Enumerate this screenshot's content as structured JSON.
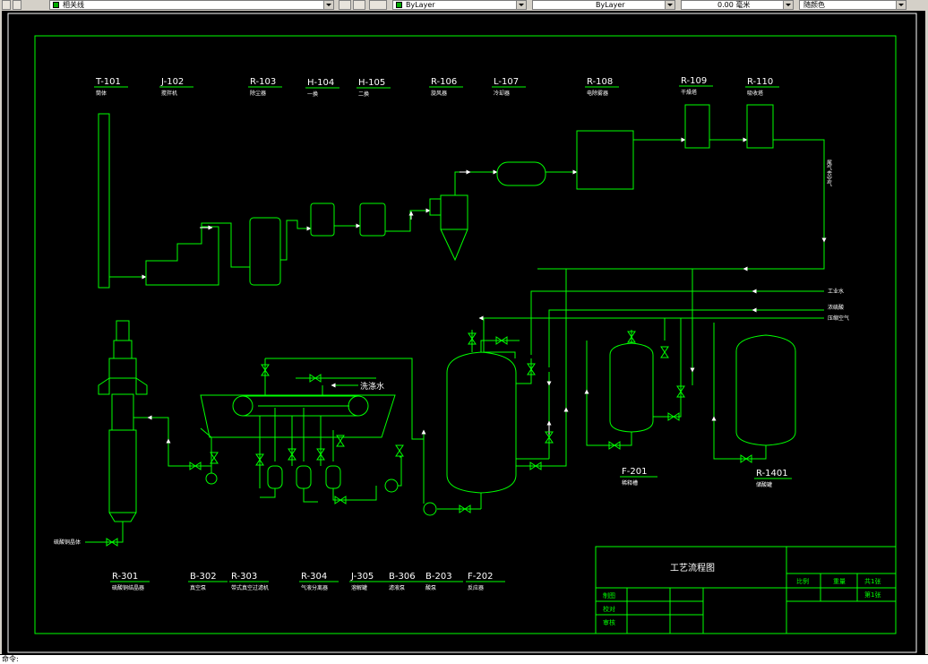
{
  "toolbar": {
    "layer_combo": "相关线",
    "color_combo": "ByLayer",
    "linetype_combo": "ByLayer",
    "lineweight_combo": "0.00 毫米",
    "plotstyle_combo": "随颜色"
  },
  "colors": {
    "canvas": "#000000",
    "line": "#00ff00",
    "text": "#ffffff",
    "arrow": "#ffffff"
  },
  "equipment_top": [
    {
      "tag": "T-101",
      "name": "筒体"
    },
    {
      "tag": "J-102",
      "name": "搅拌机"
    },
    {
      "tag": "R-103",
      "name": "除尘器"
    },
    {
      "tag": "H-104",
      "name": "一换"
    },
    {
      "tag": "H-105",
      "name": "二换"
    },
    {
      "tag": "R-106",
      "name": "旋风器"
    },
    {
      "tag": "L-107",
      "name": "冷却器"
    },
    {
      "tag": "R-108",
      "name": "电除雾器"
    },
    {
      "tag": "R-109",
      "name": "干燥塔"
    },
    {
      "tag": "R-110",
      "name": "吸收塔"
    }
  ],
  "equipment_bottom": [
    {
      "tag": "R-301",
      "name": "硫酸铜结晶器"
    },
    {
      "tag": "B-302",
      "name": "真空泵"
    },
    {
      "tag": "R-303",
      "name": "带式真空过滤机"
    },
    {
      "tag": "R-304",
      "name": "气液分离器"
    },
    {
      "tag": "J-305",
      "name": "溶解罐"
    },
    {
      "tag": "B-306",
      "name": "滤液泵"
    },
    {
      "tag": "B-203",
      "name": "酸泵"
    },
    {
      "tag": "F-202",
      "name": "反应器"
    }
  ],
  "equipment_right": [
    {
      "tag": "F-201",
      "name": "稀释槽"
    },
    {
      "tag": "R-1401",
      "name": "储酸罐"
    }
  ],
  "stream_labels": {
    "wash_water": "洗涤水",
    "tail_gas": "尾气去空气",
    "crystal_out": "硫酸铜晶体",
    "feed_1": "工业水",
    "feed_2": "浓硫酸",
    "feed_3": "压缩空气"
  },
  "title_block": {
    "title": "工艺流程图",
    "scale_label": "比例",
    "weight_label": "重量",
    "sheets_total": "共1张",
    "sheet_no": "第1张",
    "drawn_label": "制图",
    "checked_label": "校对",
    "approved_label": "审核"
  },
  "command_line": "命令:"
}
